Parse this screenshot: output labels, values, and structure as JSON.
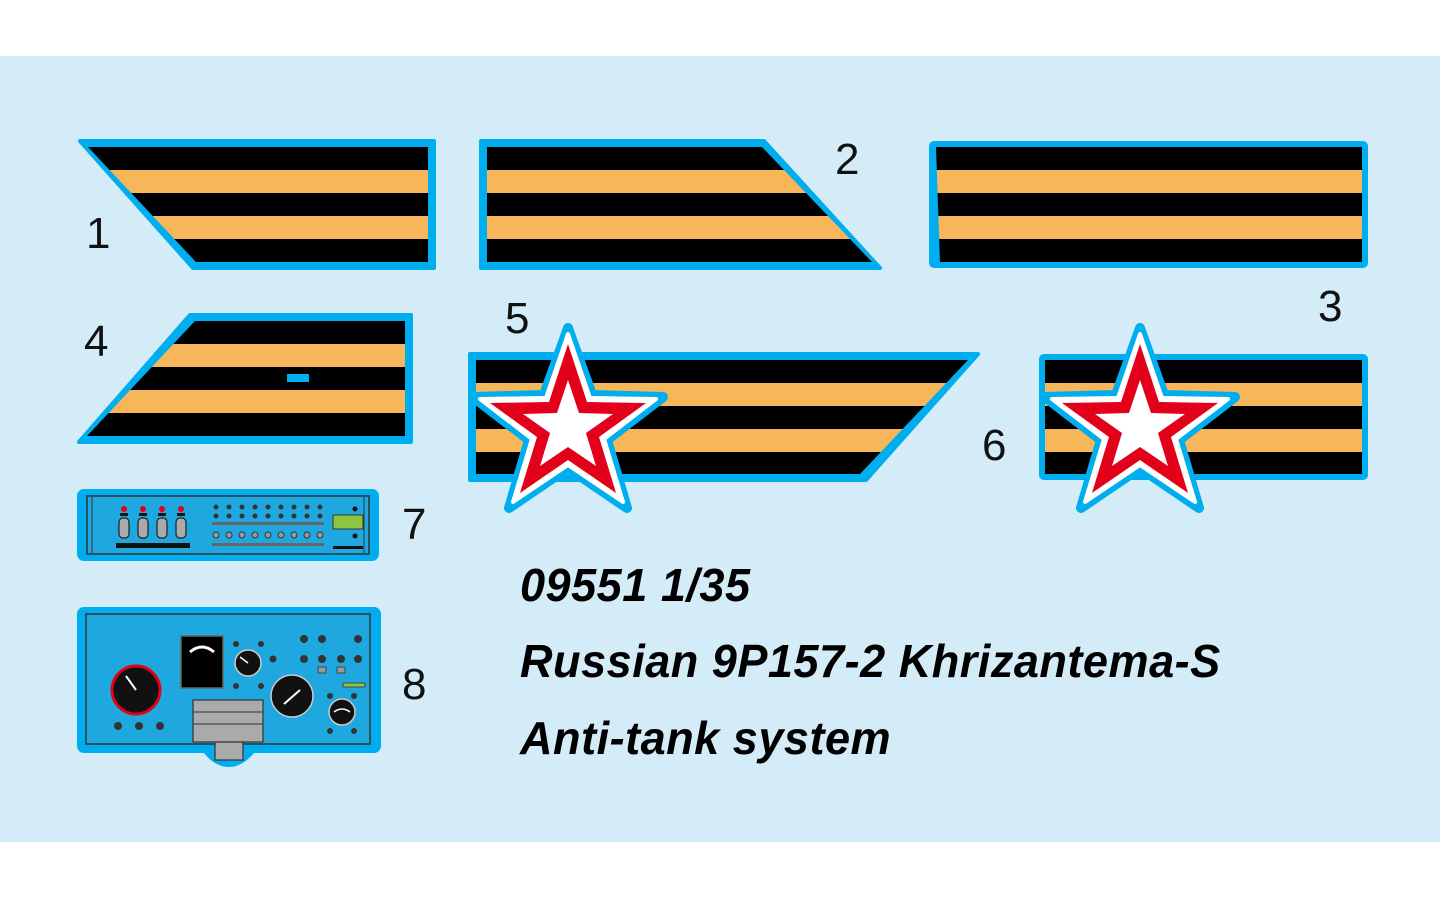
{
  "sheet": {
    "background": "#d4ebf8",
    "colors": {
      "border_blue": "#00aeef",
      "stripe_black": "#000000",
      "stripe_orange": "#f7b659",
      "star_red": "#e2001a",
      "star_white": "#ffffff",
      "panel_blue": "#1fa8e0"
    }
  },
  "decals": [
    {
      "number": "1",
      "type": "ribbon"
    },
    {
      "number": "2",
      "type": "ribbon"
    },
    {
      "number": "3",
      "type": "ribbon"
    },
    {
      "number": "4",
      "type": "ribbon"
    },
    {
      "number": "5",
      "type": "ribbon-with-star"
    },
    {
      "number": "6",
      "type": "ribbon-with-star"
    },
    {
      "number": "7",
      "type": "control-panel"
    },
    {
      "number": "8",
      "type": "instrument-panel"
    }
  ],
  "caption": {
    "line1": "09551 1/35",
    "line2": "Russian 9P157-2 Khrizantema-S",
    "line3": "Anti-tank system"
  }
}
